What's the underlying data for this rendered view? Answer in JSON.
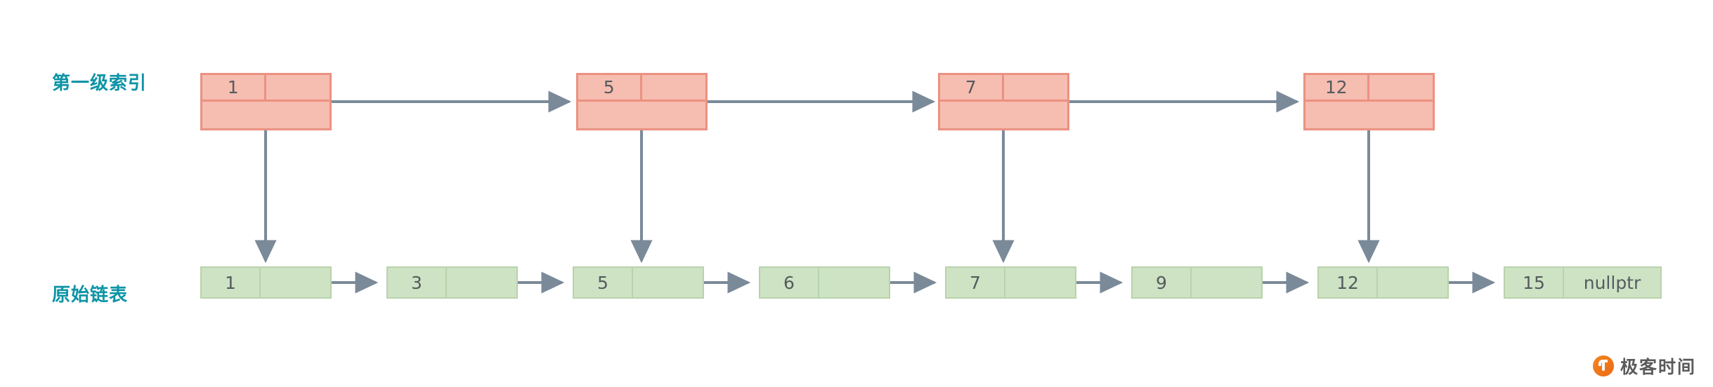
{
  "diagram": {
    "title": "Skip list first-level index over an ordered linked list",
    "colors": {
      "index_fill": "#f6bdb1",
      "index_border": "#eb9181",
      "list_fill": "#cde3c4",
      "list_border": "#b9d3ab",
      "arrow": "#7b8a99",
      "label_text": "#0d94a6",
      "value_text": "#555b5e",
      "brand_orange": "#ef7c1c"
    },
    "rows": [
      {
        "name": "index-level-1",
        "label": "第一级索引",
        "node_type": "index",
        "nodes": [
          {
            "value": "1",
            "next_pointer": "",
            "has_next_arrow": true,
            "has_down_arrow": true,
            "down_target": "1"
          },
          {
            "value": "5",
            "next_pointer": "",
            "has_next_arrow": true,
            "has_down_arrow": true,
            "down_target": "5"
          },
          {
            "value": "7",
            "next_pointer": "",
            "has_next_arrow": true,
            "has_down_arrow": true,
            "down_target": "7"
          },
          {
            "value": "12",
            "next_pointer": "",
            "has_next_arrow": false,
            "has_down_arrow": true,
            "down_target": "12"
          }
        ]
      },
      {
        "name": "original-linked-list",
        "label": "原始链表",
        "node_type": "list",
        "nodes": [
          {
            "value": "1",
            "next_pointer": "",
            "has_next_arrow": true
          },
          {
            "value": "3",
            "next_pointer": "",
            "has_next_arrow": true
          },
          {
            "value": "5",
            "next_pointer": "",
            "has_next_arrow": true
          },
          {
            "value": "6",
            "next_pointer": "",
            "has_next_arrow": true
          },
          {
            "value": "7",
            "next_pointer": "",
            "has_next_arrow": true
          },
          {
            "value": "9",
            "next_pointer": "",
            "has_next_arrow": true
          },
          {
            "value": "12",
            "next_pointer": "",
            "has_next_arrow": true
          },
          {
            "value": "15",
            "next_pointer": "nullptr",
            "has_next_arrow": false
          }
        ]
      }
    ]
  },
  "brand": {
    "name": "极客时间",
    "icon": "geektime-logo-icon"
  }
}
